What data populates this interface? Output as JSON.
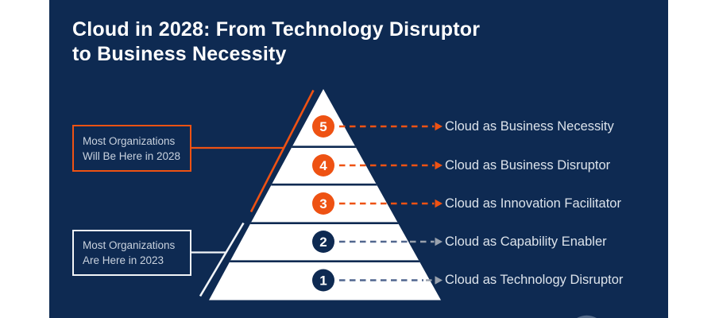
{
  "title": {
    "line1": "Cloud in 2028: From Technology Disruptor",
    "line2": "to Business Necessity"
  },
  "callouts": {
    "future": {
      "line1": "Most Organizations",
      "line2": "Will Be Here in 2028"
    },
    "current": {
      "line1": "Most Organizations",
      "line2": "Are Here in 2023"
    }
  },
  "levels": [
    {
      "num": "5",
      "label": "Cloud as Business Necessity"
    },
    {
      "num": "4",
      "label": "Cloud as Business Disruptor"
    },
    {
      "num": "3",
      "label": "Cloud as Innovation Facilitator"
    },
    {
      "num": "2",
      "label": "Cloud as Capability Enabler"
    },
    {
      "num": "1",
      "label": "Cloud as Technology Disruptor"
    }
  ],
  "colors": {
    "background_navy": "#0E2A52",
    "page_margin": "#FFFFFF",
    "accent_orange": "#EE5213",
    "pyramid_fill": "#FFFFFF",
    "dash_slate_on_white": "#51678F",
    "dash_gray_on_navy": "#99A1AD",
    "label_text": "#DCE3EB",
    "callout_text": "#C9D2DE"
  }
}
